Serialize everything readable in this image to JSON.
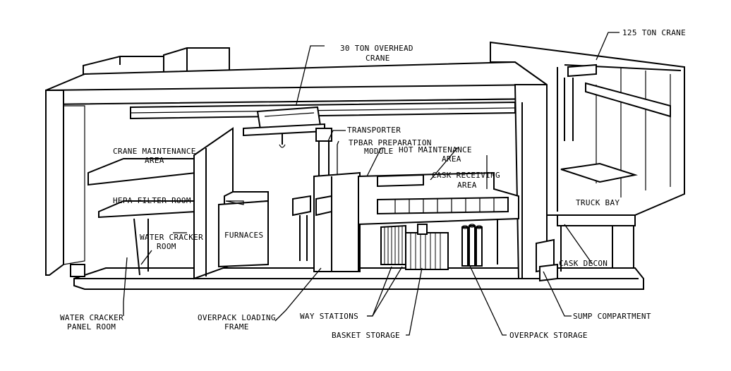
{
  "labels": {
    "crane_125": "125 TON CRANE",
    "overhead_crane_line1": "30 TON OVERHEAD",
    "overhead_crane_line2": "CRANE",
    "transporter": "TRANSPORTER",
    "tpbar_line1": "TPBAR PREPARATION",
    "tpbar_line2": "MODULE",
    "hot_maint_line1": "HOT MAINTENANCE",
    "hot_maint_line2": "AREA",
    "crane_maint_line1": "CRANE MAINTENANCE",
    "crane_maint_line2": "AREA",
    "cask_receiving_line1": "CASK RECEIVING",
    "cask_receiving_line2": "AREA",
    "hepa": "HEPA FILTER ROOM",
    "truck_bay": "TRUCK BAY",
    "furnaces": "FURNACES",
    "water_cracker_room_line1": "WATER CRACKER",
    "water_cracker_room_line2": "ROOM",
    "cask_decon": "CASK DECON",
    "water_cracker_panel_line1": "WATER CRACKER",
    "water_cracker_panel_line2": "PANEL ROOM",
    "overpack_loading_line1": "OVERPACK LOADING",
    "overpack_loading_line2": "FRAME",
    "way_stations": "WAY STATIONS",
    "sump": "SUMP COMPARTMENT",
    "basket_storage": "BASKET STORAGE",
    "overpack_storage": "OVERPACK STORAGE"
  }
}
